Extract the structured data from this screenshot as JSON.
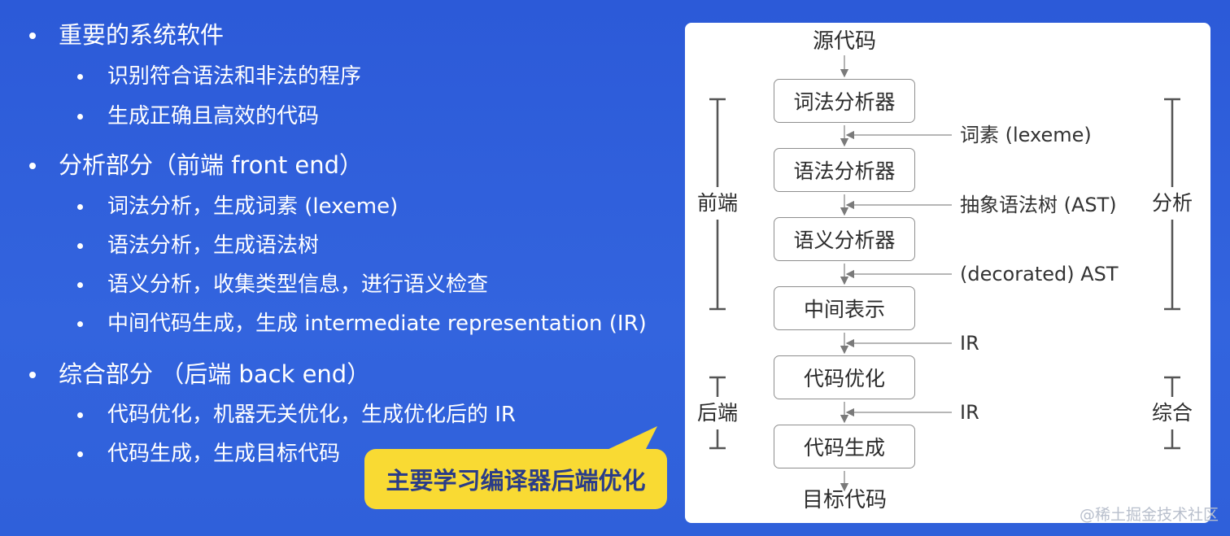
{
  "slide": {
    "bullets": [
      {
        "text": "重要的系统软件",
        "children": [
          "识别符合语法和非法的程序",
          "生成正确且高效的代码"
        ]
      },
      {
        "text": "分析部分（前端 front end）",
        "children": [
          "词法分析，生成词素 (lexeme)",
          "语法分析，生成语法树",
          "语义分析，收集类型信息，进行语义检查",
          "中间代码生成，生成 intermediate representation (IR)"
        ]
      },
      {
        "text": "综合部分 （后端 back end）",
        "children": [
          "代码优化，机器无关优化，生成优化后的 IR",
          "代码生成，生成目标代码"
        ]
      }
    ],
    "callout": "主要学习编译器后端优化"
  },
  "diagram": {
    "source_label": "源代码",
    "target_label": "目标代码",
    "nodes": [
      "词法分析器",
      "语法分析器",
      "语义分析器",
      "中间表示",
      "代码优化",
      "代码生成"
    ],
    "edge_labels": [
      "词素 (lexeme)",
      "抽象语法树 (AST)",
      "(decorated) AST",
      "IR",
      "IR"
    ],
    "left_groups": {
      "frontend": "前端",
      "backend": "后端"
    },
    "right_groups": {
      "analysis": "分析",
      "synthesis": "综合"
    }
  },
  "watermark": "@稀土掘金技术社区",
  "colors": {
    "background": "#2f5fd8",
    "callout": "#f9da33",
    "callout_text": "#2a3c88",
    "panel": "#ffffff"
  }
}
